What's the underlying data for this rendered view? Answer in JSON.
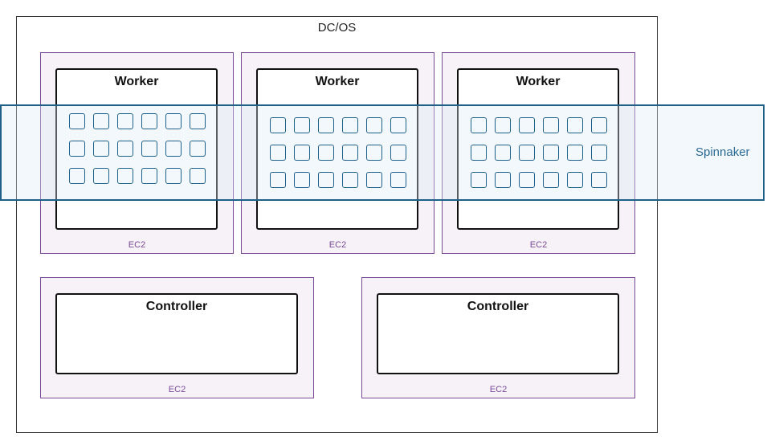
{
  "dcos": {
    "title": "DC/OS"
  },
  "spinnaker": {
    "label": "Spinnaker"
  },
  "workers": [
    {
      "title": "Worker",
      "host": "EC2",
      "containers": 18
    },
    {
      "title": "Worker",
      "host": "EC2",
      "containers": 18
    },
    {
      "title": "Worker",
      "host": "EC2",
      "containers": 18
    }
  ],
  "controllers": [
    {
      "title": "Controller",
      "host": "EC2"
    },
    {
      "title": "Controller",
      "host": "EC2"
    }
  ],
  "colors": {
    "frame_border": "#333333",
    "ec2_border": "#7a4a96",
    "ec2_fill": "#f6f2f8",
    "ec2_label": "#7a4a96",
    "spinnaker_border": "#1f6089",
    "spinnaker_label": "#2a6a94",
    "node_border": "#111111"
  }
}
